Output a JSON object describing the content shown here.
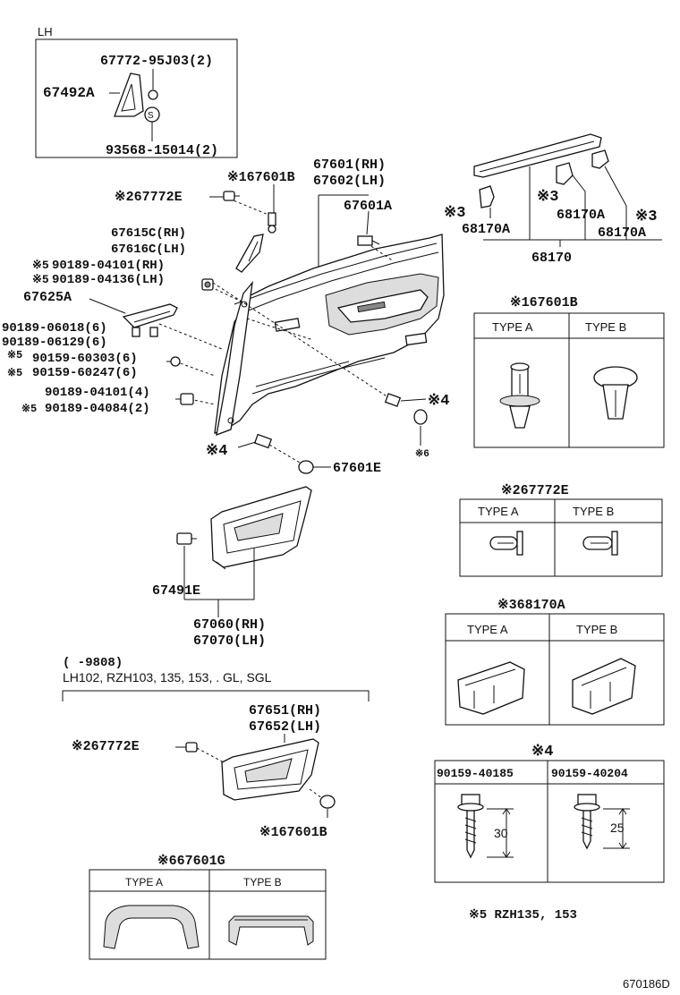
{
  "inset": {
    "tag": "LH",
    "p1": "67772-95J03(2)",
    "p2": "67492A",
    "p3": "93568-15014(2)",
    "sym": "S"
  },
  "parts": {
    "p67601B_callout": "※167601B",
    "p67772E_callout": "※267772E",
    "p67615C": "67615C(RH)",
    "p67616C": "67616C(LH)",
    "mk5": "※5",
    "p90189_04101_rh": "90189-04101(RH)",
    "p90189_04136_lh": "90189-04136(LH)",
    "p67625A": "67625A",
    "p90189_06018": "90189-06018(6)",
    "p90189_06129": "90189-06129(6)",
    "p90159_60303": "90159-60303(6)",
    "p90159_60247": "90159-60247(6)",
    "p90189_04101_4": "90189-04101(4)",
    "p90189_04084": "90189-04084(2)",
    "p67601_rh": "67601(RH)",
    "p67602_lh": "67602(LH)",
    "p67601A": "67601A",
    "num3": "3",
    "mk4": "※4",
    "mk6": "※6",
    "p67601E": "67601E",
    "p68170A": "68170A",
    "mk3": "※3",
    "p68170": "68170",
    "p67491E": "67491E",
    "p67060": "67060(RH)",
    "p67070": "67070(LH)"
  },
  "tables": {
    "t1_title": "※167601B",
    "t2_title": "※267772E",
    "t3_title": "※368170A",
    "t4_title": "※4",
    "type_a": "TYPE A",
    "type_b": "TYPE B",
    "bolt_a": "90159-40185",
    "bolt_b": "90159-40204",
    "len_a": "30",
    "len_b": "25",
    "t6_title": "※667601G"
  },
  "variant": {
    "range": "(      -9808)",
    "models": "LH102, RZH103, 135, 153, . GL, SGL",
    "p67651": "67651(RH)",
    "p67652": "67652(LH)",
    "p67772E": "※267772E",
    "p67601B": "※167601B"
  },
  "notes": {
    "n5": "※5  RZH135, 153",
    "code": "670186D"
  }
}
